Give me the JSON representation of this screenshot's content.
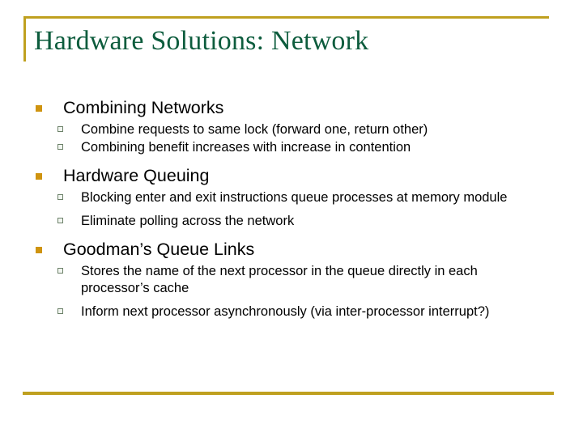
{
  "slide": {
    "title": "Hardware Solutions: Network",
    "accent_gold": "#bfa01f",
    "bullet_gold": "#cf9410",
    "title_green": "#0d5c3d",
    "subbullet_green": "#6c8169",
    "background": "#ffffff",
    "groups": [
      {
        "heading": "Combining Networks",
        "points": [
          "Combine requests to same lock (forward one, return other)",
          "Combining benefit increases with increase in contention"
        ]
      },
      {
        "heading": "Hardware Queuing",
        "points": [
          "Blocking enter and exit instructions queue processes at memory module",
          "Eliminate polling across the network"
        ]
      },
      {
        "heading": "Goodman’s Queue Links",
        "points": [
          "Stores the name of the next processor in the queue directly in each processor’s cache",
          "Inform next processor asynchronously (via inter-processor interrupt?)"
        ]
      }
    ]
  }
}
